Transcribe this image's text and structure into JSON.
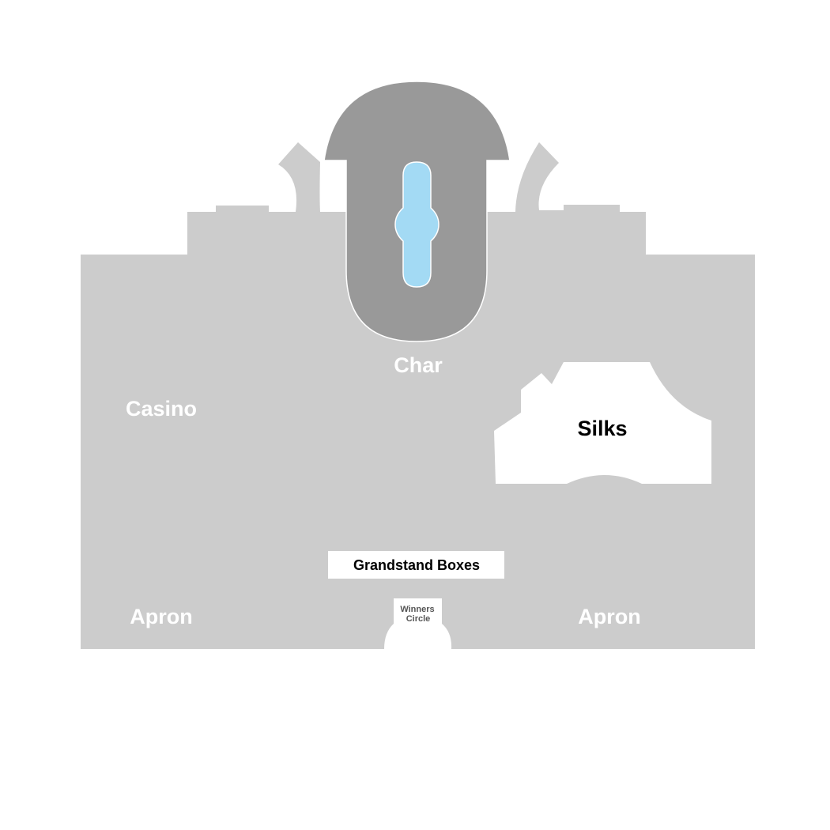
{
  "map": {
    "sections": {
      "casino": {
        "label": "Casino"
      },
      "char": {
        "label": "Char"
      },
      "silks": {
        "label": "Silks"
      },
      "grandstand_boxes": {
        "label": "Grandstand Boxes"
      },
      "winners_circle": {
        "label_line1": "Winners",
        "label_line2": "Circle"
      },
      "apron_left": {
        "label": "Apron"
      },
      "apron_right": {
        "label": "Apron"
      }
    },
    "colors": {
      "background": "#ffffff",
      "venue_floor": "#cccccc",
      "char_area": "#999999",
      "water_feature": "#a3daf4",
      "highlight_section": "#ffffff",
      "label_light": "#ffffff",
      "label_dark": "#000000",
      "label_small": "#555555"
    }
  }
}
